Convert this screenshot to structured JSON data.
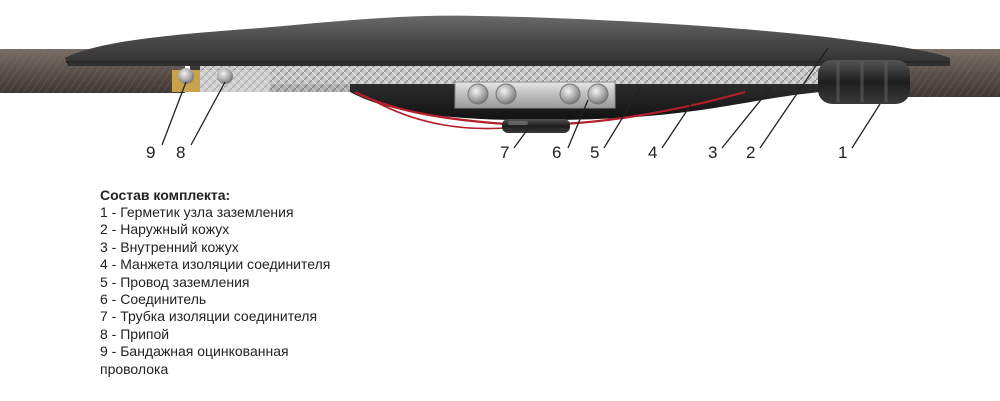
{
  "diagram": {
    "callouts": [
      "9",
      "8",
      "7",
      "6",
      "5",
      "4",
      "3",
      "2",
      "1"
    ]
  },
  "legend": {
    "title": "Состав комплекта:",
    "items": [
      "1 - Герметик узла заземления",
      "2 - Наружный кожух",
      "3 - Внутренний кожух",
      "4 - Манжета изоляции соединителя",
      "5 - Провод заземления",
      "6 - Соединитель",
      "7 - Трубка изоляции соединителя",
      "8 - Припой",
      "9 - Бандажная оцинкованная",
      "проволока"
    ]
  }
}
